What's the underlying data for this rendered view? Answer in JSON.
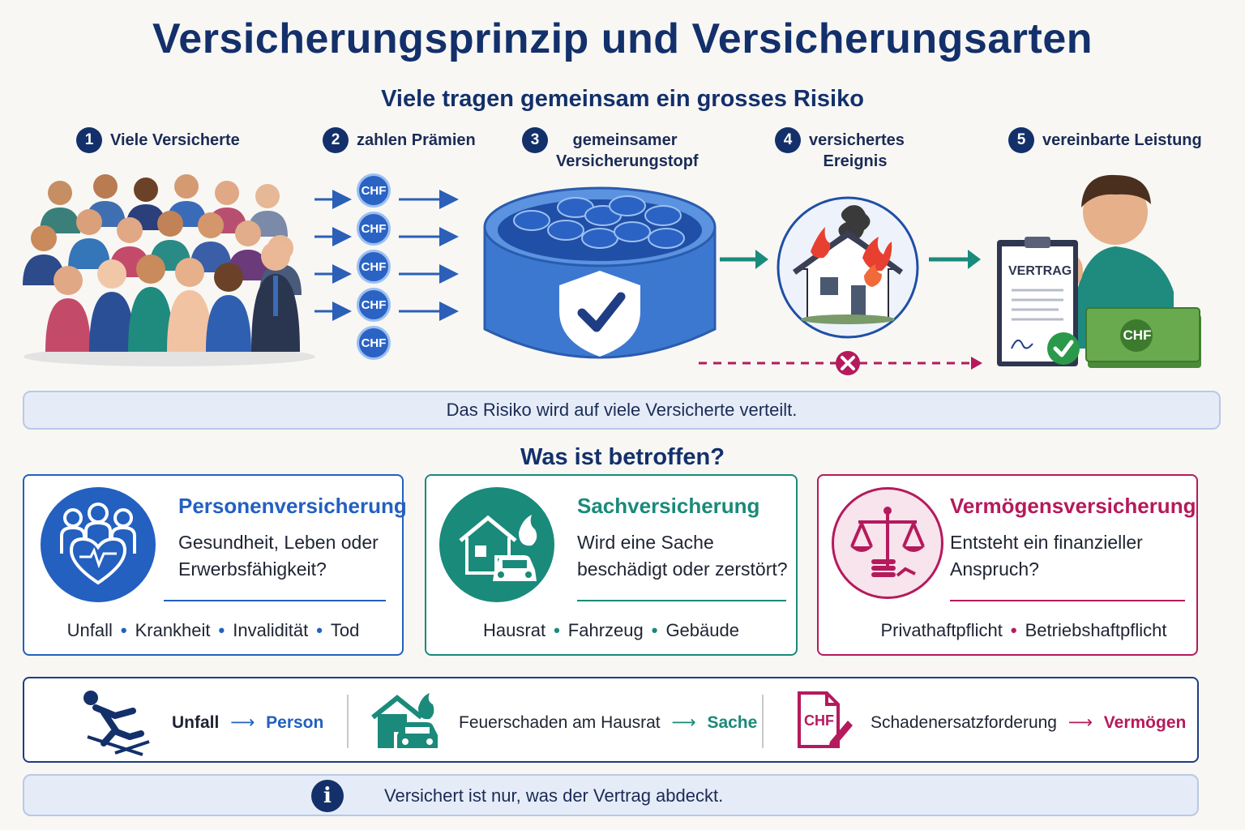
{
  "title": "Versicherungsprinzip und Versicherungsarten",
  "subtitle": "Viele tragen gemeinsam ein grosses Risiko",
  "steps": [
    {
      "num": "1",
      "label": "Viele Versicherte"
    },
    {
      "num": "2",
      "label": "zahlen Prämien"
    },
    {
      "num": "3",
      "label": "gemeinsamer Versicherungstopf"
    },
    {
      "num": "4",
      "label": "versichertes Ereignis"
    },
    {
      "num": "5",
      "label": "vereinbarte Leistung"
    }
  ],
  "currency": "CHF",
  "contract_label": "VERTRAG",
  "banner": "Das Risiko wird auf viele Versicherte verteilt.",
  "section_title": "Was ist betroffen?",
  "cards": [
    {
      "title": "Personenversicherung",
      "question": "Gesundheit, Leben oder Erwerbsfähigkeit?",
      "tags": [
        "Unfall",
        "Krankheit",
        "Invalidität",
        "Tod"
      ],
      "color": "#2360c0"
    },
    {
      "title": "Sachversicherung",
      "question": "Wird eine Sache beschädigt oder zerstört?",
      "tags": [
        "Hausrat",
        "Fahrzeug",
        "Gebäude"
      ],
      "color": "#1a8a7a"
    },
    {
      "title": "Vermögensversicherung",
      "question": "Entsteht ein finanzieller Anspruch?",
      "tags": [
        "Privathaftpflicht",
        "Betriebshaftpflicht"
      ],
      "color": "#b51a5c"
    }
  ],
  "examples": [
    {
      "case": "Unfall",
      "result": "Person"
    },
    {
      "case": "Feuerschaden am Hausrat",
      "result": "Sache"
    },
    {
      "case": "Schadenersatzforderung",
      "result": "Vermögen"
    }
  ],
  "note": "Versichert ist nur, was der Vertrag abdeckt."
}
